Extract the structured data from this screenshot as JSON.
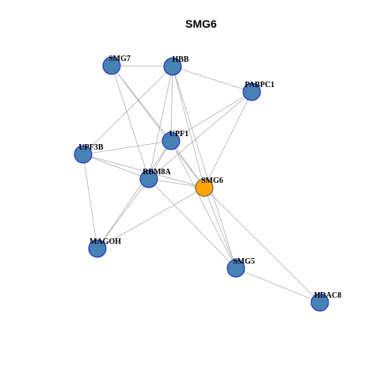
{
  "title": "SMG6",
  "colors": {
    "node_default": "#4682b4",
    "node_highlight": "#ffa500",
    "node_stroke_default": "#1f1fcc",
    "node_stroke_highlight": "#555555",
    "edge": "#b0b0b0"
  },
  "nodes": [
    {
      "id": "SMG7",
      "label": "SMG7",
      "highlight": false
    },
    {
      "id": "HBB",
      "label": "HBB",
      "highlight": false
    },
    {
      "id": "PABPC1",
      "label": "PABPC1",
      "highlight": false
    },
    {
      "id": "UPF1",
      "label": "UPF1",
      "highlight": false
    },
    {
      "id": "UPF3B",
      "label": "UPF3B",
      "highlight": false
    },
    {
      "id": "RBM8A",
      "label": "RBM8A",
      "highlight": false
    },
    {
      "id": "SMG6",
      "label": "SMG6",
      "highlight": true
    },
    {
      "id": "MAGOH",
      "label": "MAGOH",
      "highlight": false
    },
    {
      "id": "SMG5",
      "label": "SMG5",
      "highlight": false
    },
    {
      "id": "HDAC8",
      "label": "HDAC8",
      "highlight": false
    }
  ],
  "edges": [
    [
      "SMG7",
      "HBB"
    ],
    [
      "SMG7",
      "UPF1"
    ],
    [
      "SMG7",
      "RBM8A"
    ],
    [
      "SMG7",
      "SMG6"
    ],
    [
      "HBB",
      "PABPC1"
    ],
    [
      "HBB",
      "UPF3B"
    ],
    [
      "HBB",
      "UPF1"
    ],
    [
      "HBB",
      "RBM8A"
    ],
    [
      "HBB",
      "SMG6"
    ],
    [
      "HBB",
      "SMG5"
    ],
    [
      "PABPC1",
      "UPF1"
    ],
    [
      "PABPC1",
      "RBM8A"
    ],
    [
      "PABPC1",
      "SMG6"
    ],
    [
      "UPF1",
      "UPF3B"
    ],
    [
      "UPF1",
      "RBM8A"
    ],
    [
      "UPF1",
      "SMG6"
    ],
    [
      "UPF1",
      "MAGOH"
    ],
    [
      "UPF1",
      "SMG5"
    ],
    [
      "UPF3B",
      "RBM8A"
    ],
    [
      "UPF3B",
      "SMG6"
    ],
    [
      "UPF3B",
      "MAGOH"
    ],
    [
      "RBM8A",
      "SMG6"
    ],
    [
      "RBM8A",
      "MAGOH"
    ],
    [
      "RBM8A",
      "SMG5"
    ],
    [
      "SMG6",
      "MAGOH"
    ],
    [
      "SMG6",
      "SMG5"
    ],
    [
      "SMG6",
      "HDAC8"
    ],
    [
      "SMG5",
      "HDAC8"
    ]
  ]
}
